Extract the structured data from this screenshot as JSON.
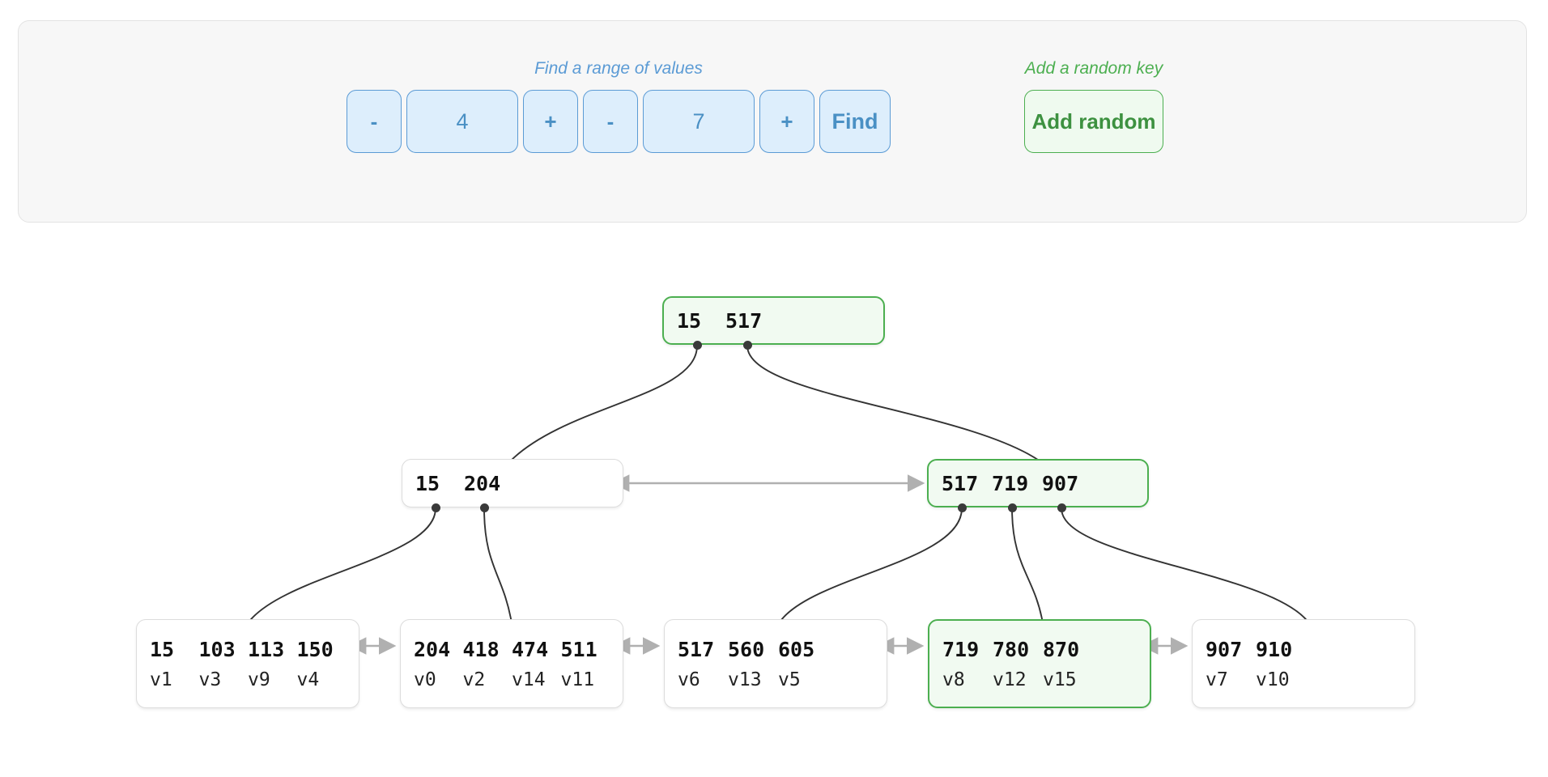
{
  "toolbar": {
    "range_group": {
      "label": "Find a range of values",
      "low_dec_label": "-",
      "low_value": "4",
      "low_inc_label": "+",
      "high_dec_label": "-",
      "high_value": "7",
      "high_inc_label": "+",
      "find_label": "Find"
    },
    "random_group": {
      "label": "Add a random key",
      "add_random_label": "Add random"
    },
    "colors": {
      "blue_accent": "#5b9bd5",
      "blue_fill": "#ddeefc",
      "green_accent": "#4caf50",
      "green_fill": "#effaef",
      "panel_fill": "#f7f7f7",
      "panel_border": "#e3e3e3"
    }
  },
  "tree": {
    "root": {
      "keys": [
        "15",
        "517"
      ],
      "highlighted": true
    },
    "internal": [
      {
        "keys": [
          "15",
          "204"
        ],
        "highlighted": false
      },
      {
        "keys": [
          "517",
          "719",
          "907"
        ],
        "highlighted": true
      }
    ],
    "leaves": [
      {
        "keys": [
          "15",
          "103",
          "113",
          "150"
        ],
        "values": [
          "v1",
          "v3",
          "v9",
          "v4"
        ],
        "highlighted": false
      },
      {
        "keys": [
          "204",
          "418",
          "474",
          "511"
        ],
        "values": [
          "v0",
          "v2",
          "v14",
          "v11"
        ],
        "highlighted": false
      },
      {
        "keys": [
          "517",
          "560",
          "605"
        ],
        "values": [
          "v6",
          "v13",
          "v5"
        ],
        "highlighted": false
      },
      {
        "keys": [
          "719",
          "780",
          "870"
        ],
        "values": [
          "v8",
          "v12",
          "v15"
        ],
        "highlighted": true
      },
      {
        "keys": [
          "907",
          "910"
        ],
        "values": [
          "v7",
          "v10"
        ],
        "highlighted": false
      }
    ]
  }
}
